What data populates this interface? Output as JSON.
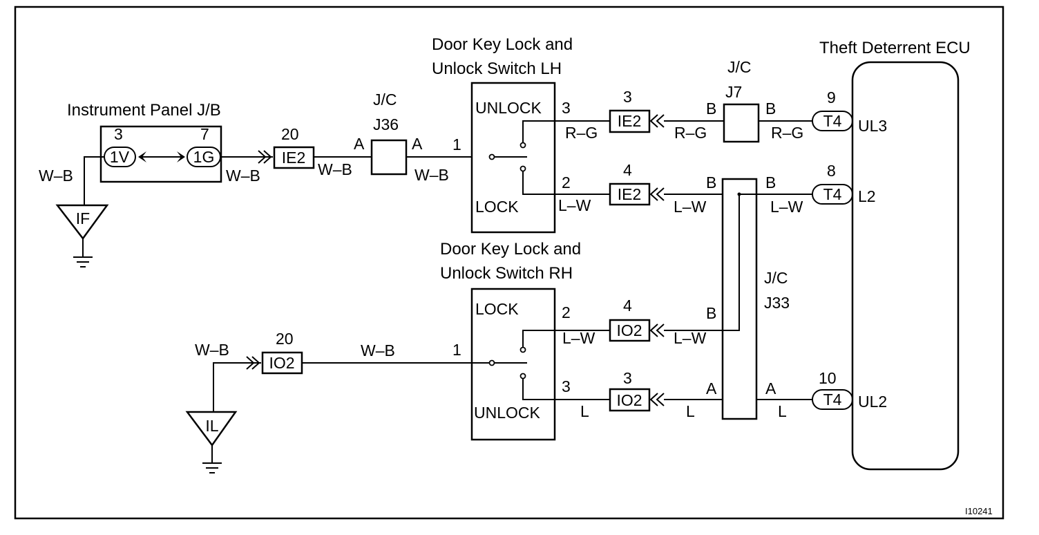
{
  "components": {
    "instrument_panel_jb": "Instrument Panel J/B",
    "switch_lh_line1": "Door Key Lock and",
    "switch_lh_line2": "Unlock Switch LH",
    "switch_rh_line1": "Door Key Lock and",
    "switch_rh_line2": "Unlock Switch RH",
    "ecu": "Theft Deterrent ECU",
    "jc": "J/C",
    "j36": "J36",
    "j7": "J7",
    "j33": "J33"
  },
  "switch_lh": {
    "unlock": "UNLOCK",
    "lock": "LOCK",
    "pin_unlock": "3",
    "pin_common": "1",
    "pin_lock": "2"
  },
  "switch_rh": {
    "lock": "LOCK",
    "unlock": "UNLOCK",
    "pin_lock": "2",
    "pin_common": "1",
    "pin_unlock": "3"
  },
  "connectors": {
    "jb_1v": "1V",
    "jb_1v_pin": "3",
    "jb_1g": "1G",
    "jb_1g_pin": "7",
    "ie2_a": "IE2",
    "ie2_a_pin": "20",
    "ie2_b": "IE2",
    "ie2_b_pin": "3",
    "ie2_c": "IE2",
    "ie2_c_pin": "4",
    "io2_a": "IO2",
    "io2_a_pin": "20",
    "io2_b": "IO2",
    "io2_b_pin": "4",
    "io2_c": "IO2",
    "io2_c_pin": "3",
    "t4_ul3": "T4",
    "t4_ul3_pin": "9",
    "t4_l2": "T4",
    "t4_l2_pin": "8",
    "t4_ul2": "T4",
    "t4_ul2_pin": "10"
  },
  "ecu_terminals": {
    "ul3": "UL3",
    "l2": "L2",
    "ul2": "UL2"
  },
  "grounds": {
    "if": "IF",
    "il": "IL"
  },
  "wire_colors": {
    "wb_ground_if": "W–B",
    "wb_jb_out": "W–B",
    "wb_j36_in": "W–B",
    "wb_j36_out": "W–B",
    "wb_ground_il": "W–B",
    "wb_rh_common": "W–B",
    "rg_lh": "R–G",
    "rg_j7_in": "R–G",
    "rg_j7_out": "R–G",
    "lw_lh": "L–W",
    "lw_j33_lh": "L–W",
    "lw_ecu_l2": "L–W",
    "lw_rh": "L–W",
    "lw_j33_rh": "L–W",
    "l_rh": "L",
    "l_j33": "L",
    "l_ecu": "L"
  },
  "jc_terminals": {
    "j36_a_in": "A",
    "j36_a_out": "A",
    "j7_b_in": "B",
    "j7_b_out": "B",
    "j33_b_lh_in": "B",
    "j33_b_lh_out": "B",
    "j33_b_rh": "B",
    "j33_a_in": "A",
    "j33_a_out": "A"
  },
  "figure_id": "I10241"
}
